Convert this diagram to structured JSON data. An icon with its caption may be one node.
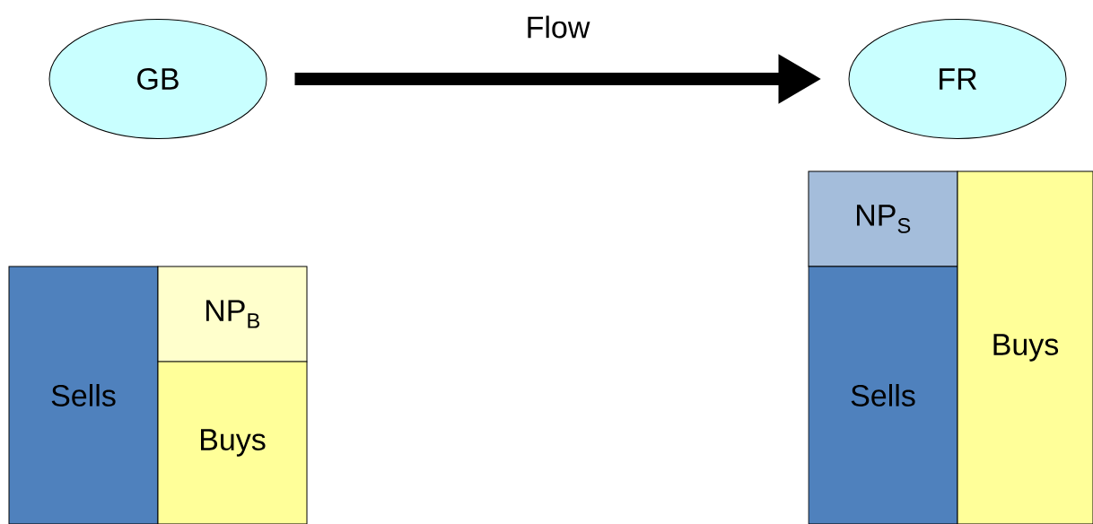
{
  "diagram": {
    "nodes": [
      {
        "text": [
          "GB"
        ]
      },
      {
        "text": [
          "FR"
        ]
      },
      {
        "text": [
          "Sells"
        ]
      },
      {
        "text": [
          "NP$_{B}$"
        ]
      },
      {
        "text": [
          "Buys"
        ]
      },
      {
        "text": [
          "NP$_{S}$"
        ]
      },
      {
        "text": [
          "Sells"
        ]
      },
      {
        "text": [
          "Buys"
        ]
      }
    ],
    "edges": [
      {
        "from": 0,
        "to": 1,
        "arrow": "to",
        "label": "Flow"
      }
    ]
  }
}
